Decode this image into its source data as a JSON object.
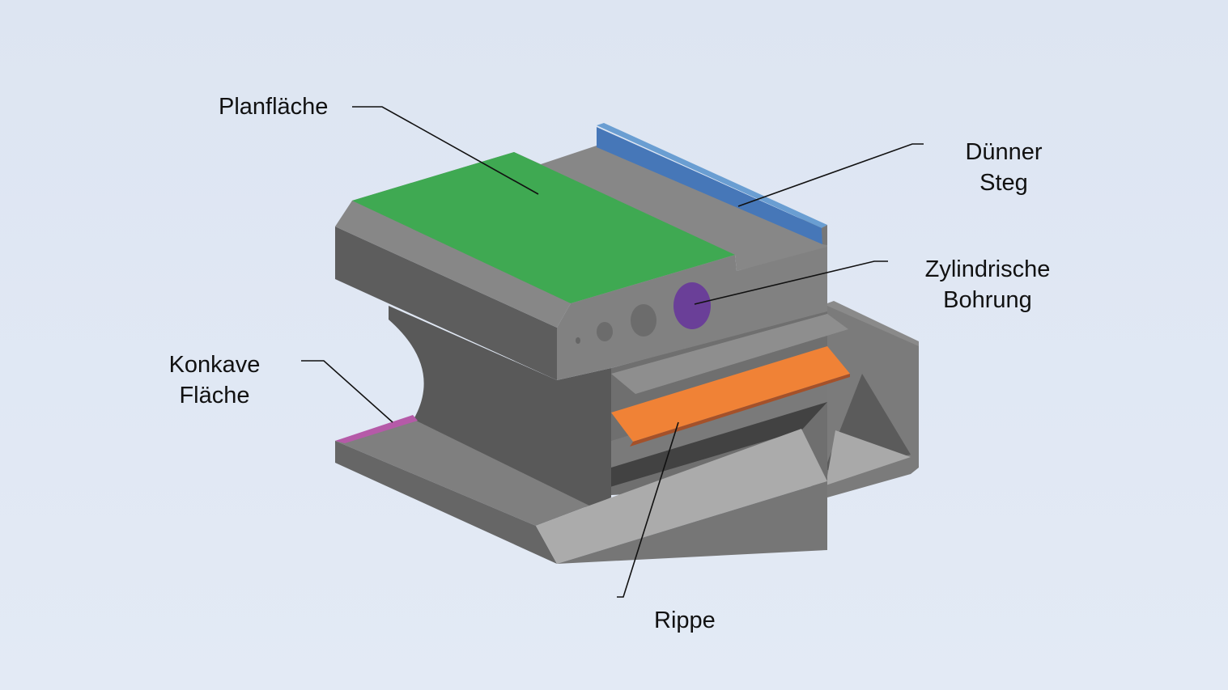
{
  "labels": {
    "planflaeche": "Planfläche",
    "duenner_steg": [
      "Dünner",
      "Steg"
    ],
    "zylindrische_bohrung": [
      "Zylindrische",
      "Bohrung"
    ],
    "konkave_flaeche": [
      "Konkave",
      "Fläche"
    ],
    "rippe": "Rippe"
  },
  "colors": {
    "planflaeche": "#3fa952",
    "duenner_steg": "#4677b8",
    "zylindrische_bohrung": "#6a3f98",
    "konkave_flaeche": "#b55aa8",
    "rippe": "#f08236"
  }
}
